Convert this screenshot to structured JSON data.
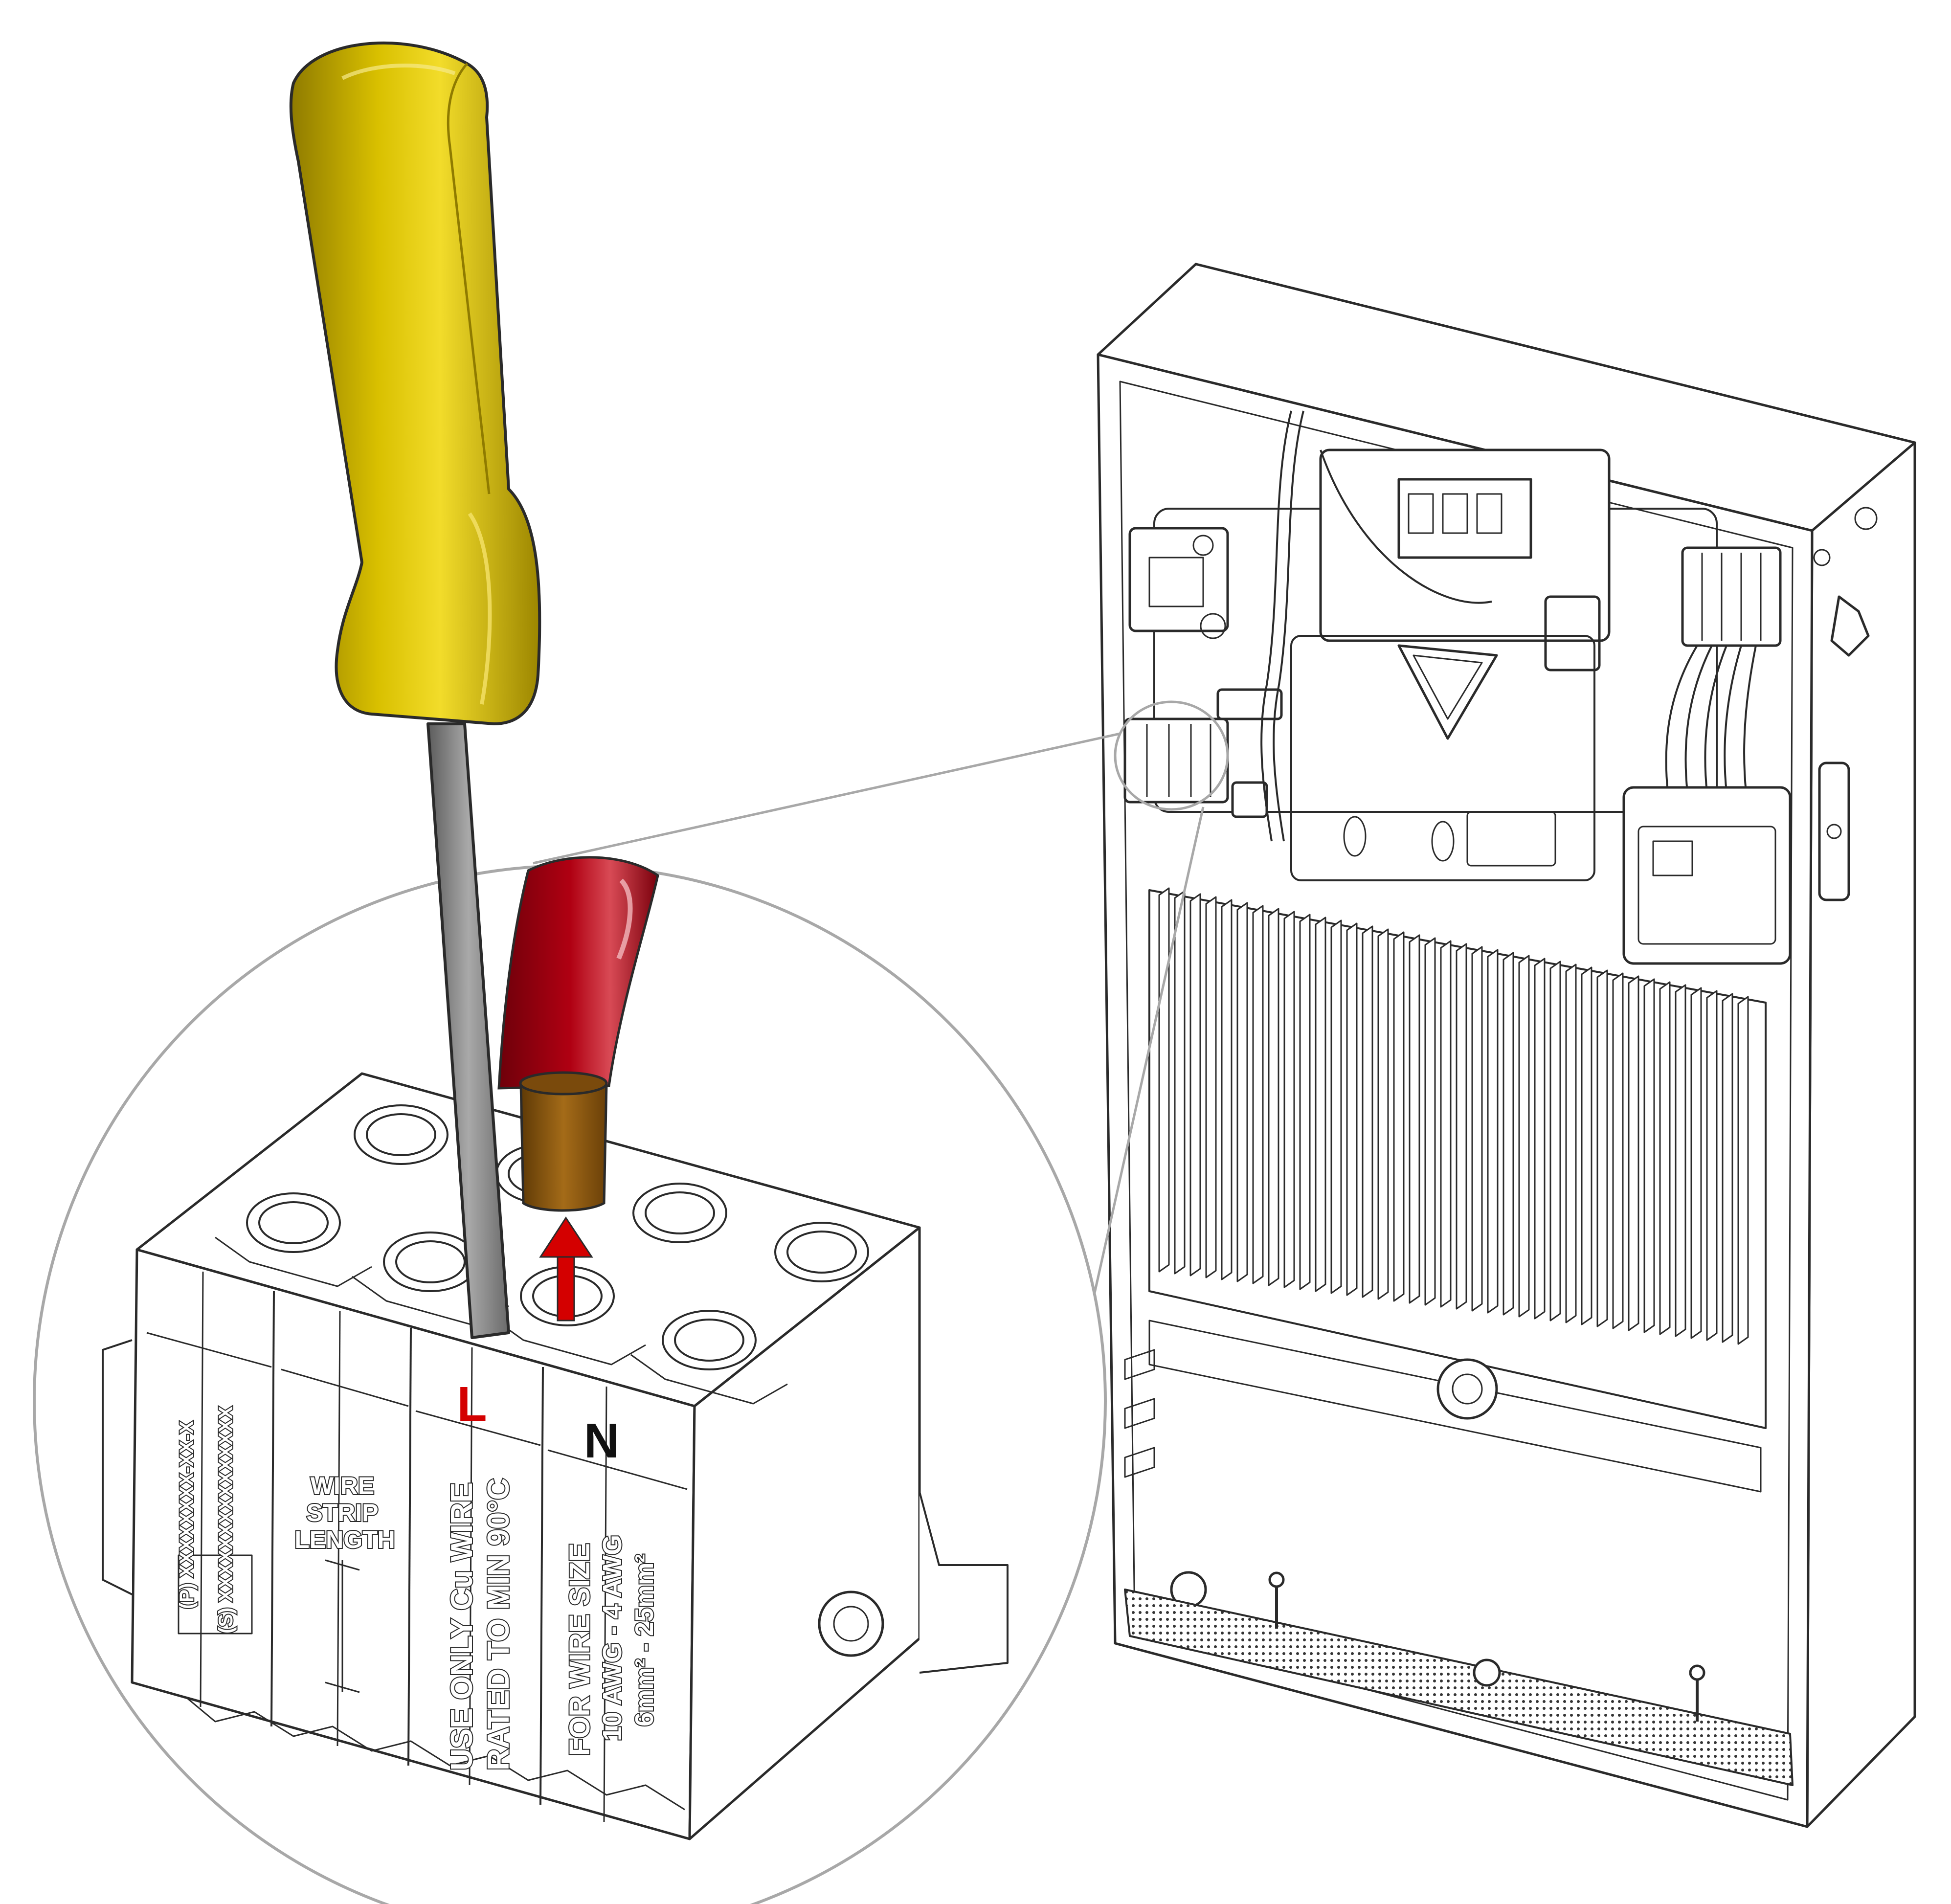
{
  "illustration": {
    "terminal_block": {
      "column_1": {
        "line_1": "(P) XXXXXXXX-XX-X",
        "line_2": "(S) XXXXXXXXXXXXXXX"
      },
      "column_2": {
        "line_1": "WIRE",
        "line_2": "STRIP",
        "line_3": "LENGTH"
      },
      "column_3": {
        "marker": "L",
        "line_1": "USE ONLY Cu WIRE",
        "line_2": "RATED TO MIN 90°C"
      },
      "column_4": {
        "marker": "N",
        "line_1": "FOR WIRE SIZE",
        "line_2": "10 AWG - 4 AWG",
        "line_3": "6mm² - 25mm²"
      }
    },
    "colors": {
      "screwdriver_handle": "#d9c000",
      "screwdriver_handle_shade": "#b39c00",
      "screwdriver_shaft": "#7d7d7d",
      "wire_insulation": "#a00010",
      "wire_insulation_dark": "#6e000a",
      "wire_conductor": "#8a5a12",
      "arrow": "#d40000",
      "marker_L": "#d40000",
      "marker_N": "#111111",
      "outline": "#2a2a2a",
      "callout": "#a8a8a8"
    },
    "icons": [
      "screwdriver-icon",
      "arrow-up-icon"
    ]
  }
}
